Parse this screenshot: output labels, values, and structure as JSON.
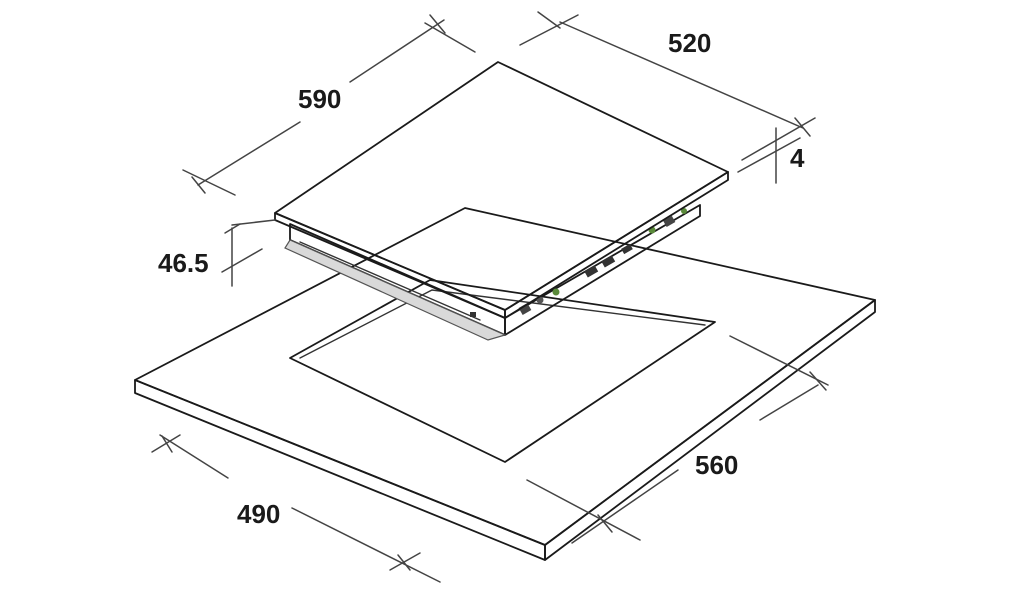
{
  "diagram": {
    "dimensions": {
      "hob_width": "590",
      "hob_depth": "520",
      "glass_thickness": "4",
      "hob_height": "46.5",
      "cutout_width": "560",
      "cutout_depth": "490"
    }
  }
}
